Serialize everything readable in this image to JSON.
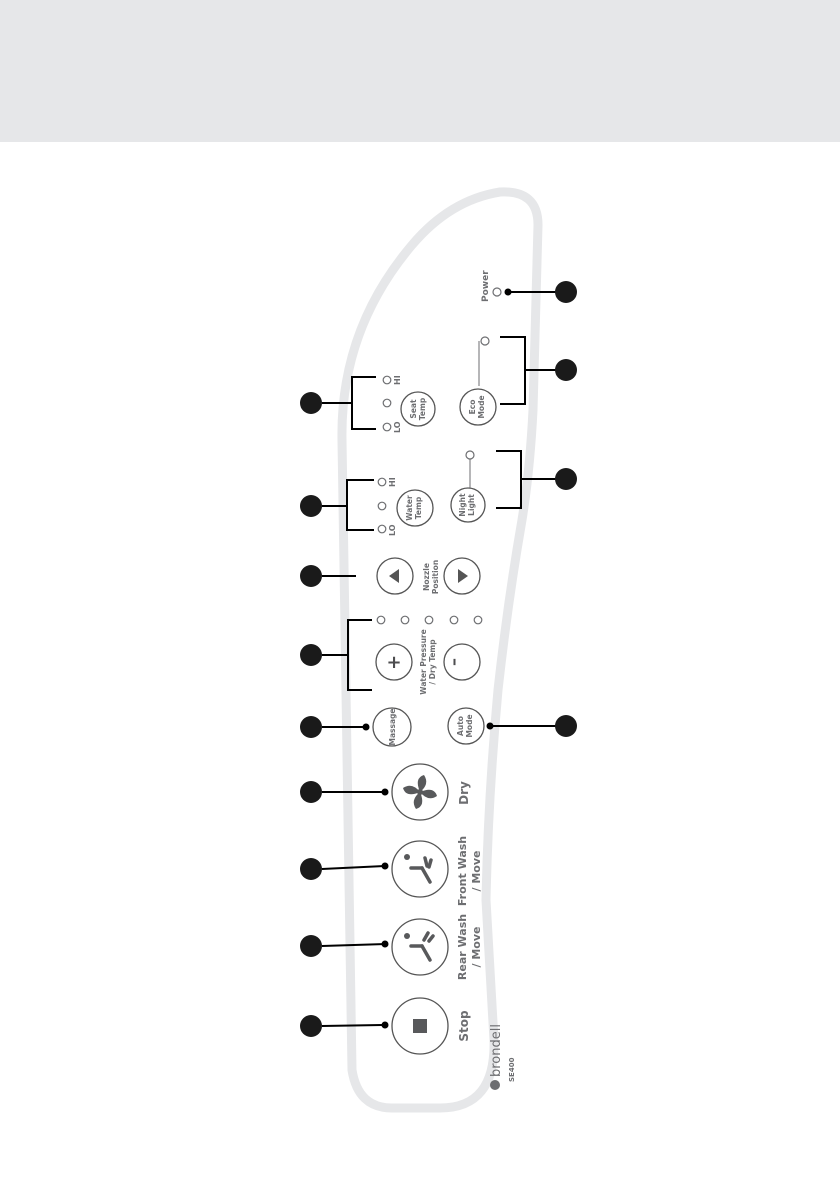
{
  "brand": {
    "name": "brondell",
    "model": "SE400"
  },
  "labels": {
    "power": "Power",
    "hi": "HI",
    "lo": "LO",
    "seat_temp_line1": "Seat",
    "seat_temp_line2": "Temp",
    "eco_mode_line1": "Eco",
    "eco_mode_line2": "Mode",
    "water_temp_line1": "Water",
    "water_temp_line2": "Temp",
    "night_light_line1": "Night",
    "night_light_line2": "Light",
    "nozzle_line1": "Nozzle",
    "nozzle_line2": "Position",
    "pressure_line1": "Water Pressure",
    "pressure_line2": "/ Dry Temp",
    "plus": "+",
    "minus": "–",
    "massage": "Massage",
    "auto_mode_line1": "Auto",
    "auto_mode_line2": "Mode",
    "dry": "Dry",
    "front_wash_line1": "Front Wash",
    "front_wash_line2": "/ Move",
    "rear_wash_line1": "Rear Wash",
    "rear_wash_line2": "/ Move",
    "stop": "Stop"
  },
  "colors": {
    "header": "#e6e7e9",
    "panel_outline": "#e6e7e9",
    "marker": "#1a1a1a",
    "text": "#6d6e71"
  }
}
